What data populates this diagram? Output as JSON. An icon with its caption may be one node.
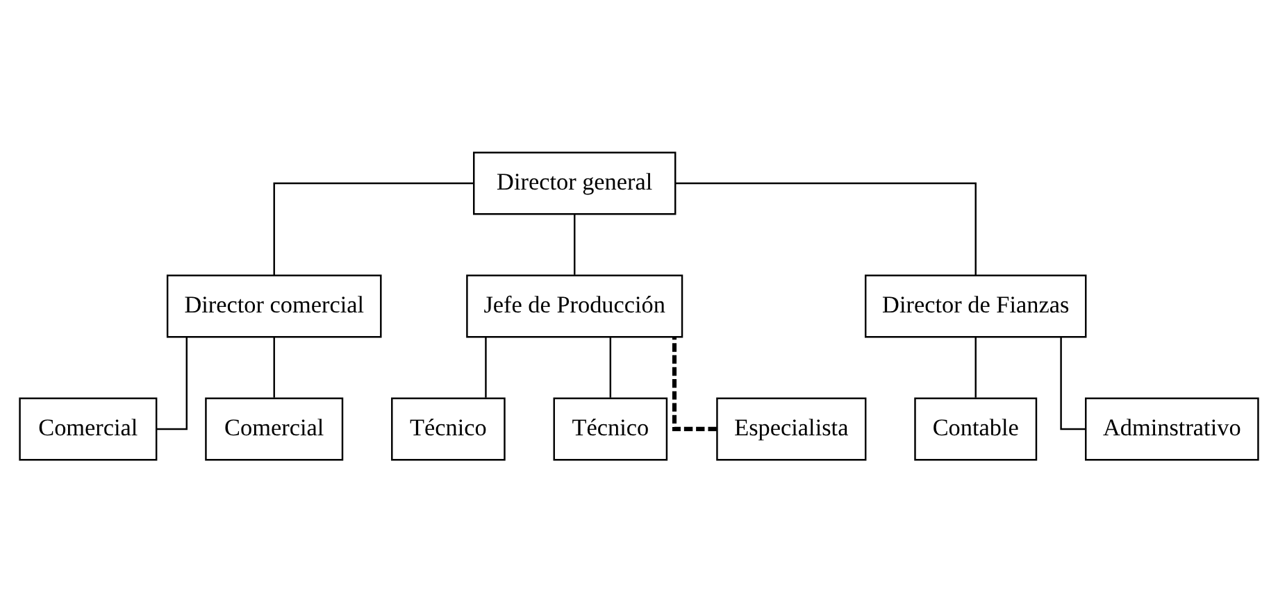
{
  "diagram": {
    "nodes": [
      {
        "text": [
          "Director general"
        ]
      },
      {
        "text": [
          "Director comercial"
        ]
      },
      {
        "text": [
          "Jefe de Producción"
        ]
      },
      {
        "text": [
          "Director de Fianzas"
        ]
      },
      {
        "text": [
          "Comercial"
        ]
      },
      {
        "text": [
          "Comercial"
        ]
      },
      {
        "text": [
          "Contable"
        ]
      },
      {
        "text": [
          "Adminstrativo"
        ]
      },
      {
        "text": [
          "Especialista"
        ]
      },
      {
        "text": [
          "Técnico"
        ]
      },
      {
        "text": [
          "Técnico"
        ]
      }
    ],
    "edges": [
      {
        "from": 0,
        "to": 1,
        "arrow": "none"
      },
      {
        "from": 0,
        "to": 2,
        "arrow": "none"
      },
      {
        "from": 0,
        "to": 3,
        "arrow": "none"
      },
      {
        "from": 1,
        "to": 4,
        "arrow": "none"
      },
      {
        "from": 1,
        "to": 5,
        "arrow": "none"
      },
      {
        "from": 3,
        "to": 6,
        "arrow": "none"
      },
      {
        "from": 3,
        "to": 7,
        "arrow": "none"
      },
      {
        "from": 8,
        "to": 2,
        "arrow": "none",
        "style": "dashed"
      },
      {
        "from": 2,
        "to": 9,
        "arrow": "none"
      },
      {
        "from": 2,
        "to": 10,
        "arrow": "none"
      }
    ]
  }
}
